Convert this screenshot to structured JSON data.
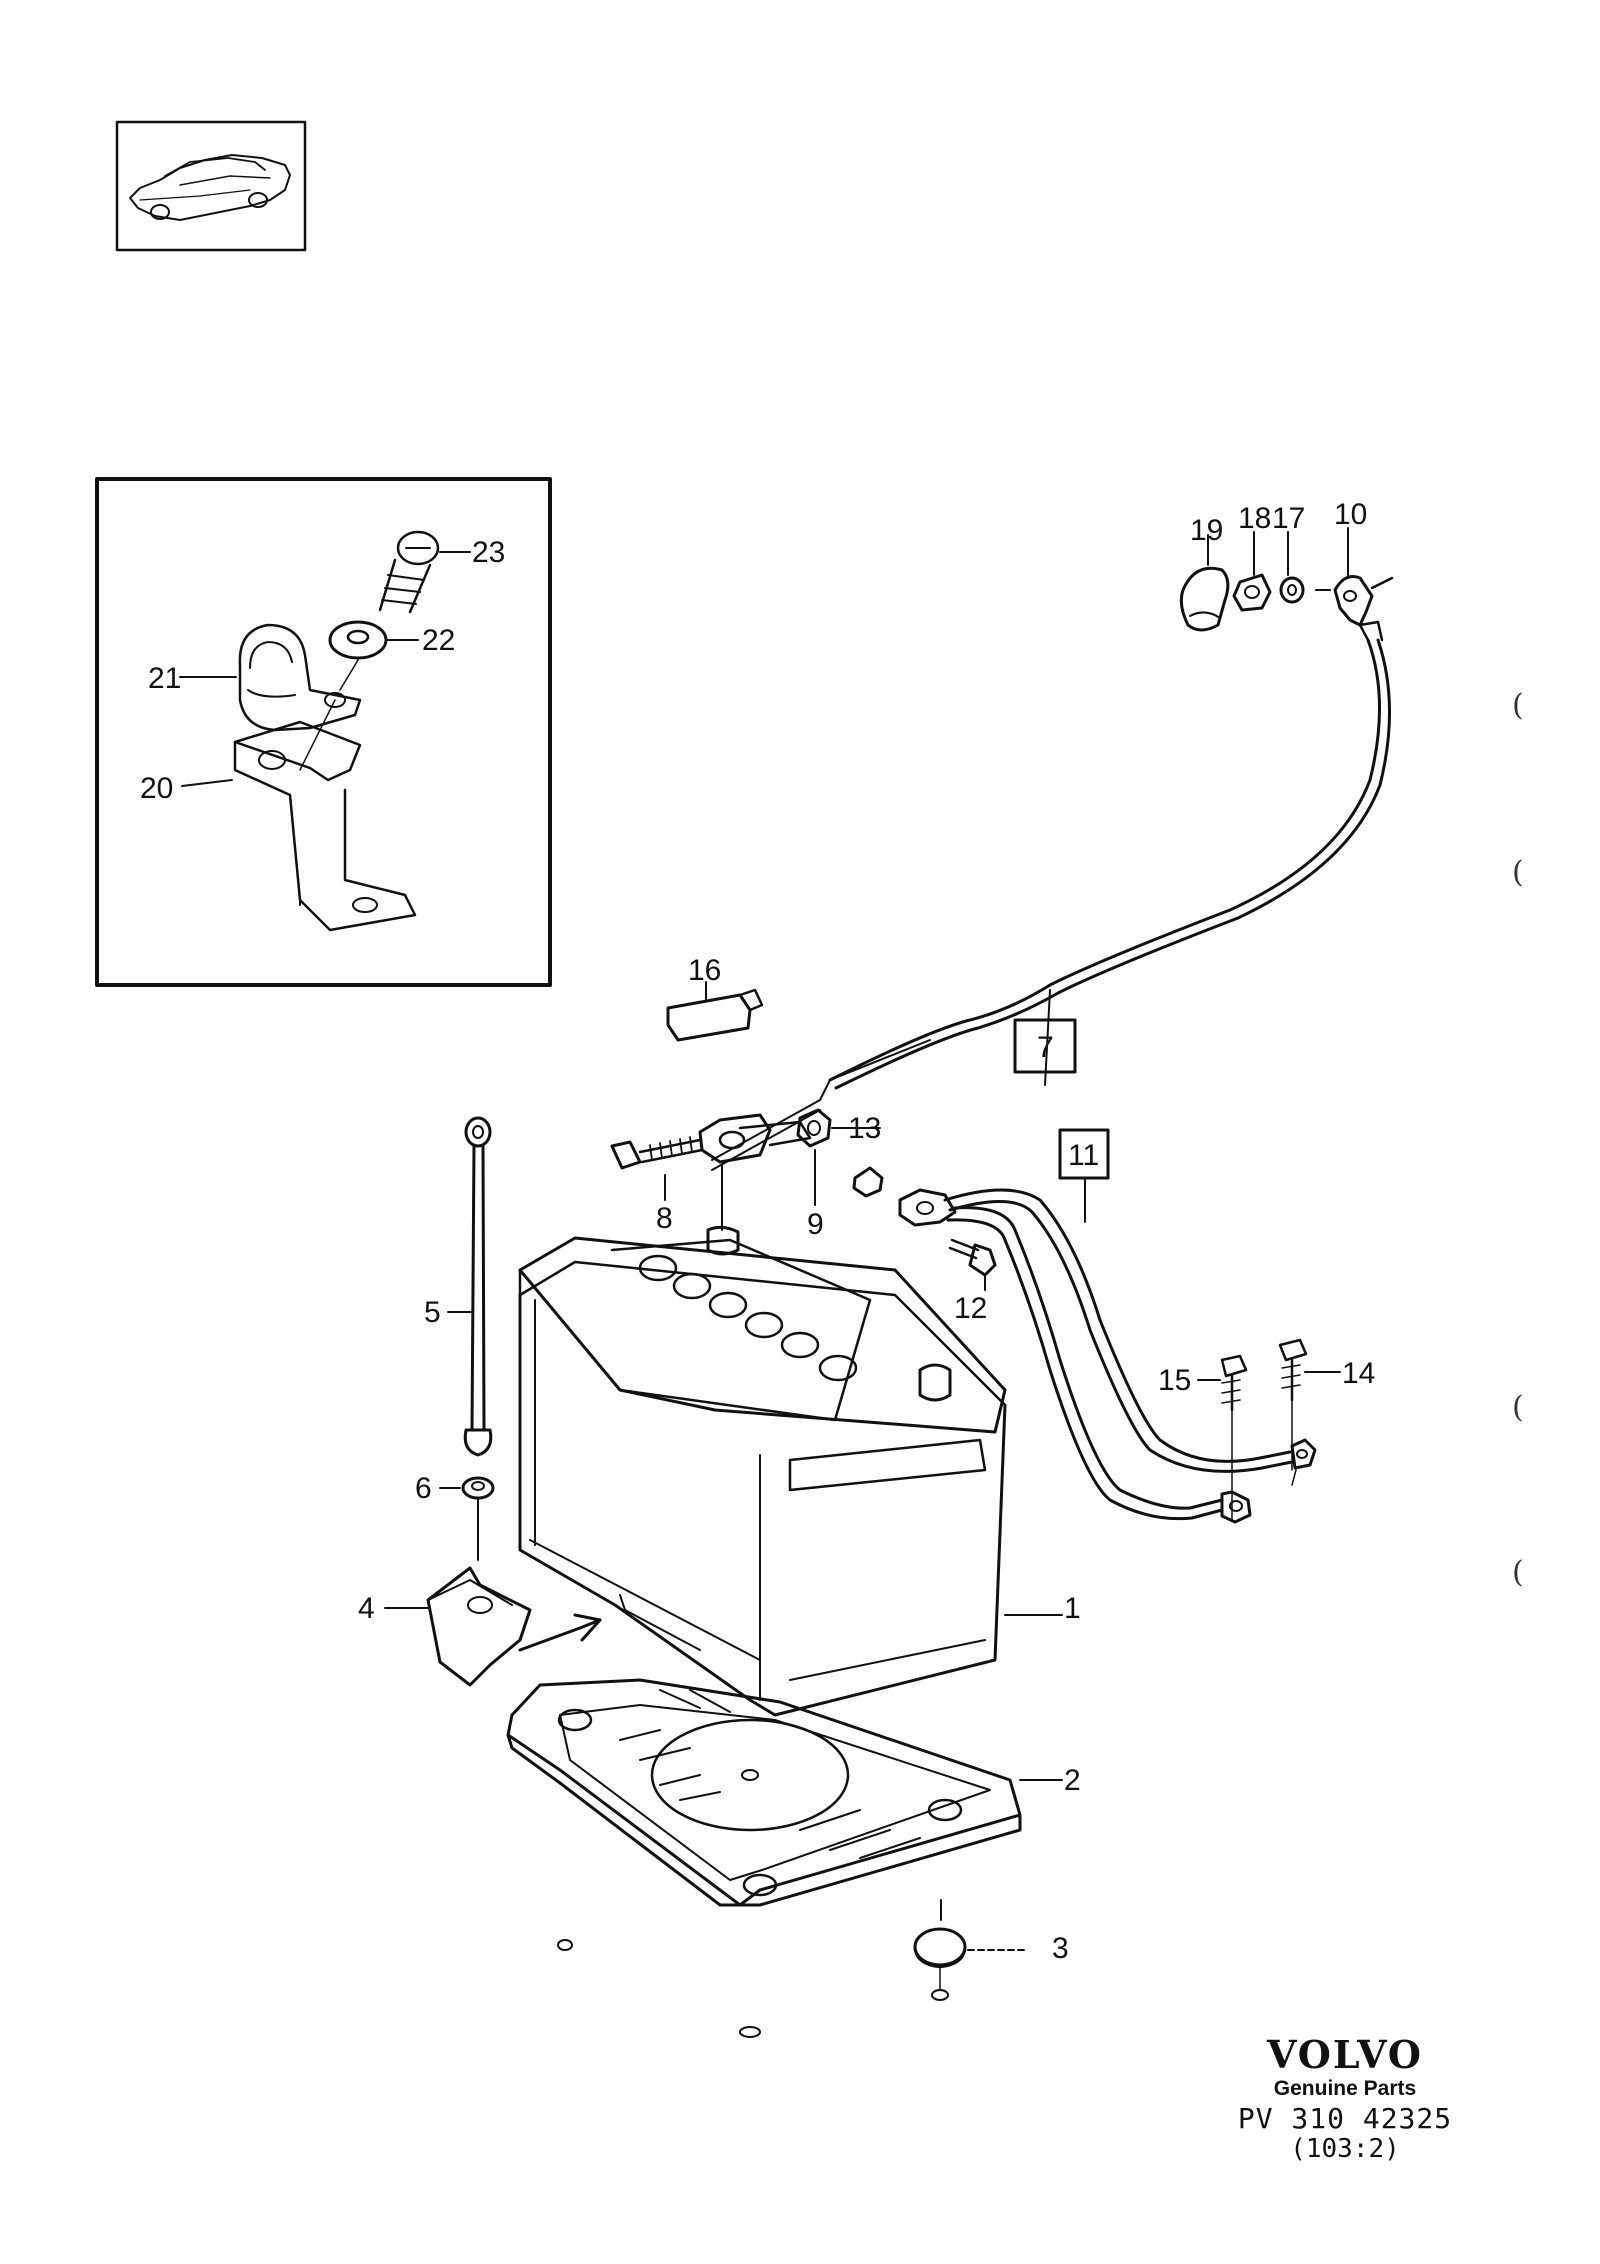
{
  "callouts": [
    "1",
    "2",
    "3",
    "4",
    "5",
    "6",
    "7",
    "8",
    "9",
    "10",
    "11",
    "12",
    "13",
    "14",
    "15",
    "16",
    "17",
    "18",
    "19",
    "20",
    "21",
    "22",
    "23"
  ],
  "boxed_callouts": [
    "7",
    "11"
  ],
  "footer": {
    "brand": "VOLVO",
    "subtitle": "Genuine Parts",
    "code": "PV 310 42325",
    "code2": "(103:2)"
  },
  "colors": {
    "ink": "#111111",
    "paper": "#ffffff"
  },
  "icons": [
    "car-thumbnail-icon"
  ]
}
